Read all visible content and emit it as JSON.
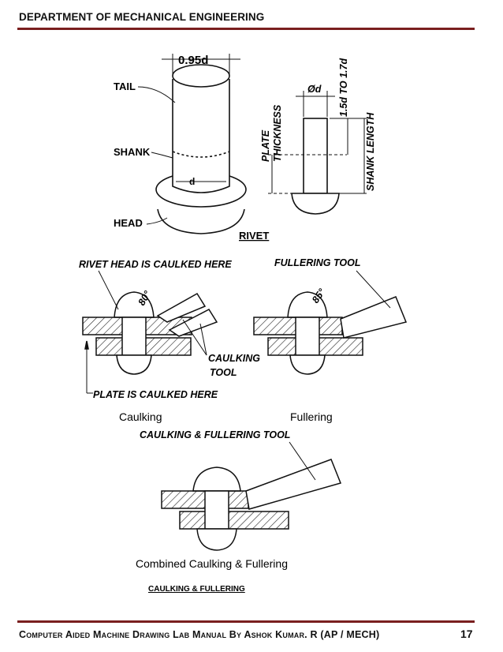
{
  "header": {
    "title": "DEPARTMENT OF MECHANICAL ENGINEERING"
  },
  "rivet_figure": {
    "dim_top": "0.95d",
    "tail": "TAIL",
    "shank": "SHANK",
    "head": "HEAD",
    "d": "d",
    "phi_d": "Ød",
    "plate_thickness_1": "PLATE",
    "plate_thickness_2": "THICKNESS",
    "protrusion": "1.5d TO 1.7d",
    "shank_length": "SHANK LENGTH",
    "caption": "RIVET"
  },
  "caulking_figure": {
    "label_head": "RIVET HEAD IS CAULKED HERE",
    "angle": "80°",
    "tool_1": "CAULKING",
    "tool_2": "TOOL",
    "label_plate": "PLATE IS CAULKED HERE",
    "caption": "Caulking"
  },
  "fullering_figure": {
    "label_tool": "FULLERING TOOL",
    "angle": "85°",
    "caption": "Fullering"
  },
  "combined_figure": {
    "label_tool": "CAULKING & FULLERING TOOL",
    "caption": "Combined Caulking & Fullering",
    "section_caption": "CAULKING & FULLERING"
  },
  "footer": {
    "text": "Computer Aided Machine Drawing Lab Manual By Ashok Kumar. R (AP / MECH)",
    "page_number": "17"
  }
}
